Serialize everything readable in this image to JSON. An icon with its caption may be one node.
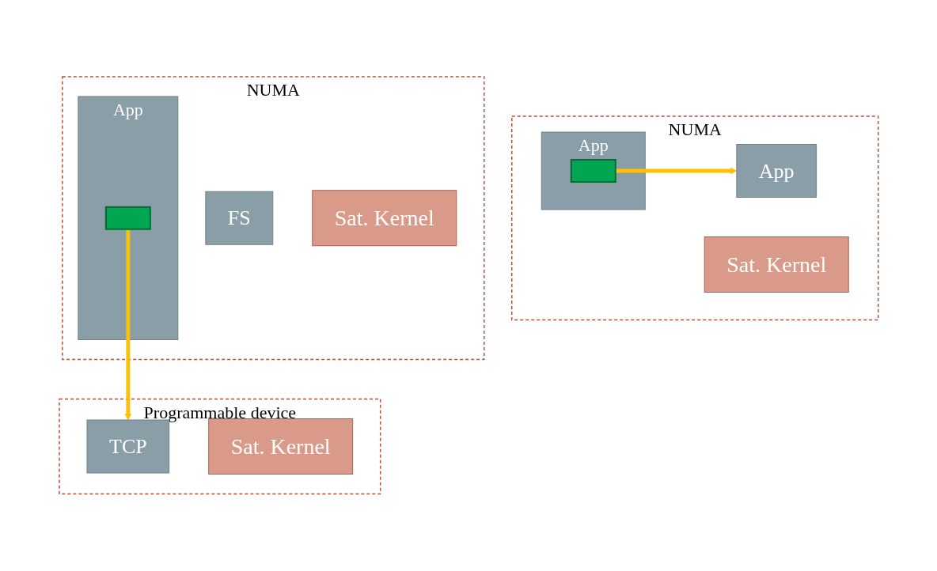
{
  "diagram": {
    "nodes": [
      {
        "text": [
          "NUMA"
        ]
      },
      {
        "text": [
          "App"
        ],
        "in": 0
      },
      {
        "text": [
          "App"
        ],
        "in": 0
      },
      {
        "text": [
          "Sat. Kernel"
        ],
        "in": 0
      },
      {
        "text": [],
        "shape": "box",
        "in": 1
      },
      {
        "text": [
          "NUMA"
        ]
      },
      {
        "text": [
          "App"
        ],
        "in": 5
      },
      {
        "text": [
          "FS"
        ],
        "in": 5
      },
      {
        "text": [
          "Sat. Kernel"
        ],
        "in": 5
      },
      {
        "text": [],
        "shape": "box",
        "in": 6
      },
      {
        "text": [
          "Programmable device"
        ]
      },
      {
        "text": [
          "TCP"
        ],
        "in": 10
      },
      {
        "text": [
          "Sat. Kernel"
        ],
        "in": 10
      }
    ],
    "edges": [
      {
        "from": 4,
        "to": 2,
        "arrow": "to"
      },
      {
        "from": 9,
        "to": 11,
        "arrow": "to"
      }
    ]
  }
}
